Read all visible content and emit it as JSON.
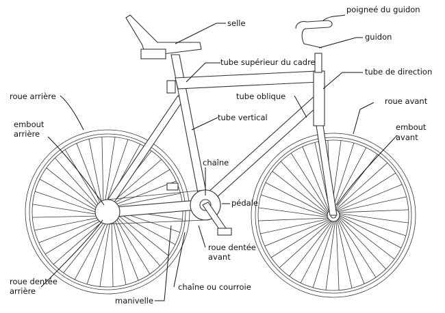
{
  "labels": {
    "poignee": "poigneé du guidon",
    "selle": "selle",
    "guidon": "guidon",
    "tube_superieur": "tube supérieur du cadre",
    "tube_direction": "tube de direction",
    "roue_arriere": "roue arrière",
    "tube_oblique": "tube oblique",
    "roue_avant": "roue avant",
    "embout_arriere_1": "embout",
    "embout_arriere_2": "arrière",
    "tube_vertical": "tube vertical",
    "embout_avant_1": "embout",
    "embout_avant_2": "avant",
    "chaine": "chaîne",
    "pedale": "pédale",
    "roue_dentee_avant_1": "roue dentée",
    "roue_dentee_avant_2": "avant",
    "roue_dentee_arriere_1": "roue dentée",
    "roue_dentee_arriere_2": "arrière",
    "chaine_courroie": "chaîne ou courroie",
    "manivelle": "manivelle"
  },
  "colors": {
    "line": "#111111",
    "frame": "#333333"
  }
}
